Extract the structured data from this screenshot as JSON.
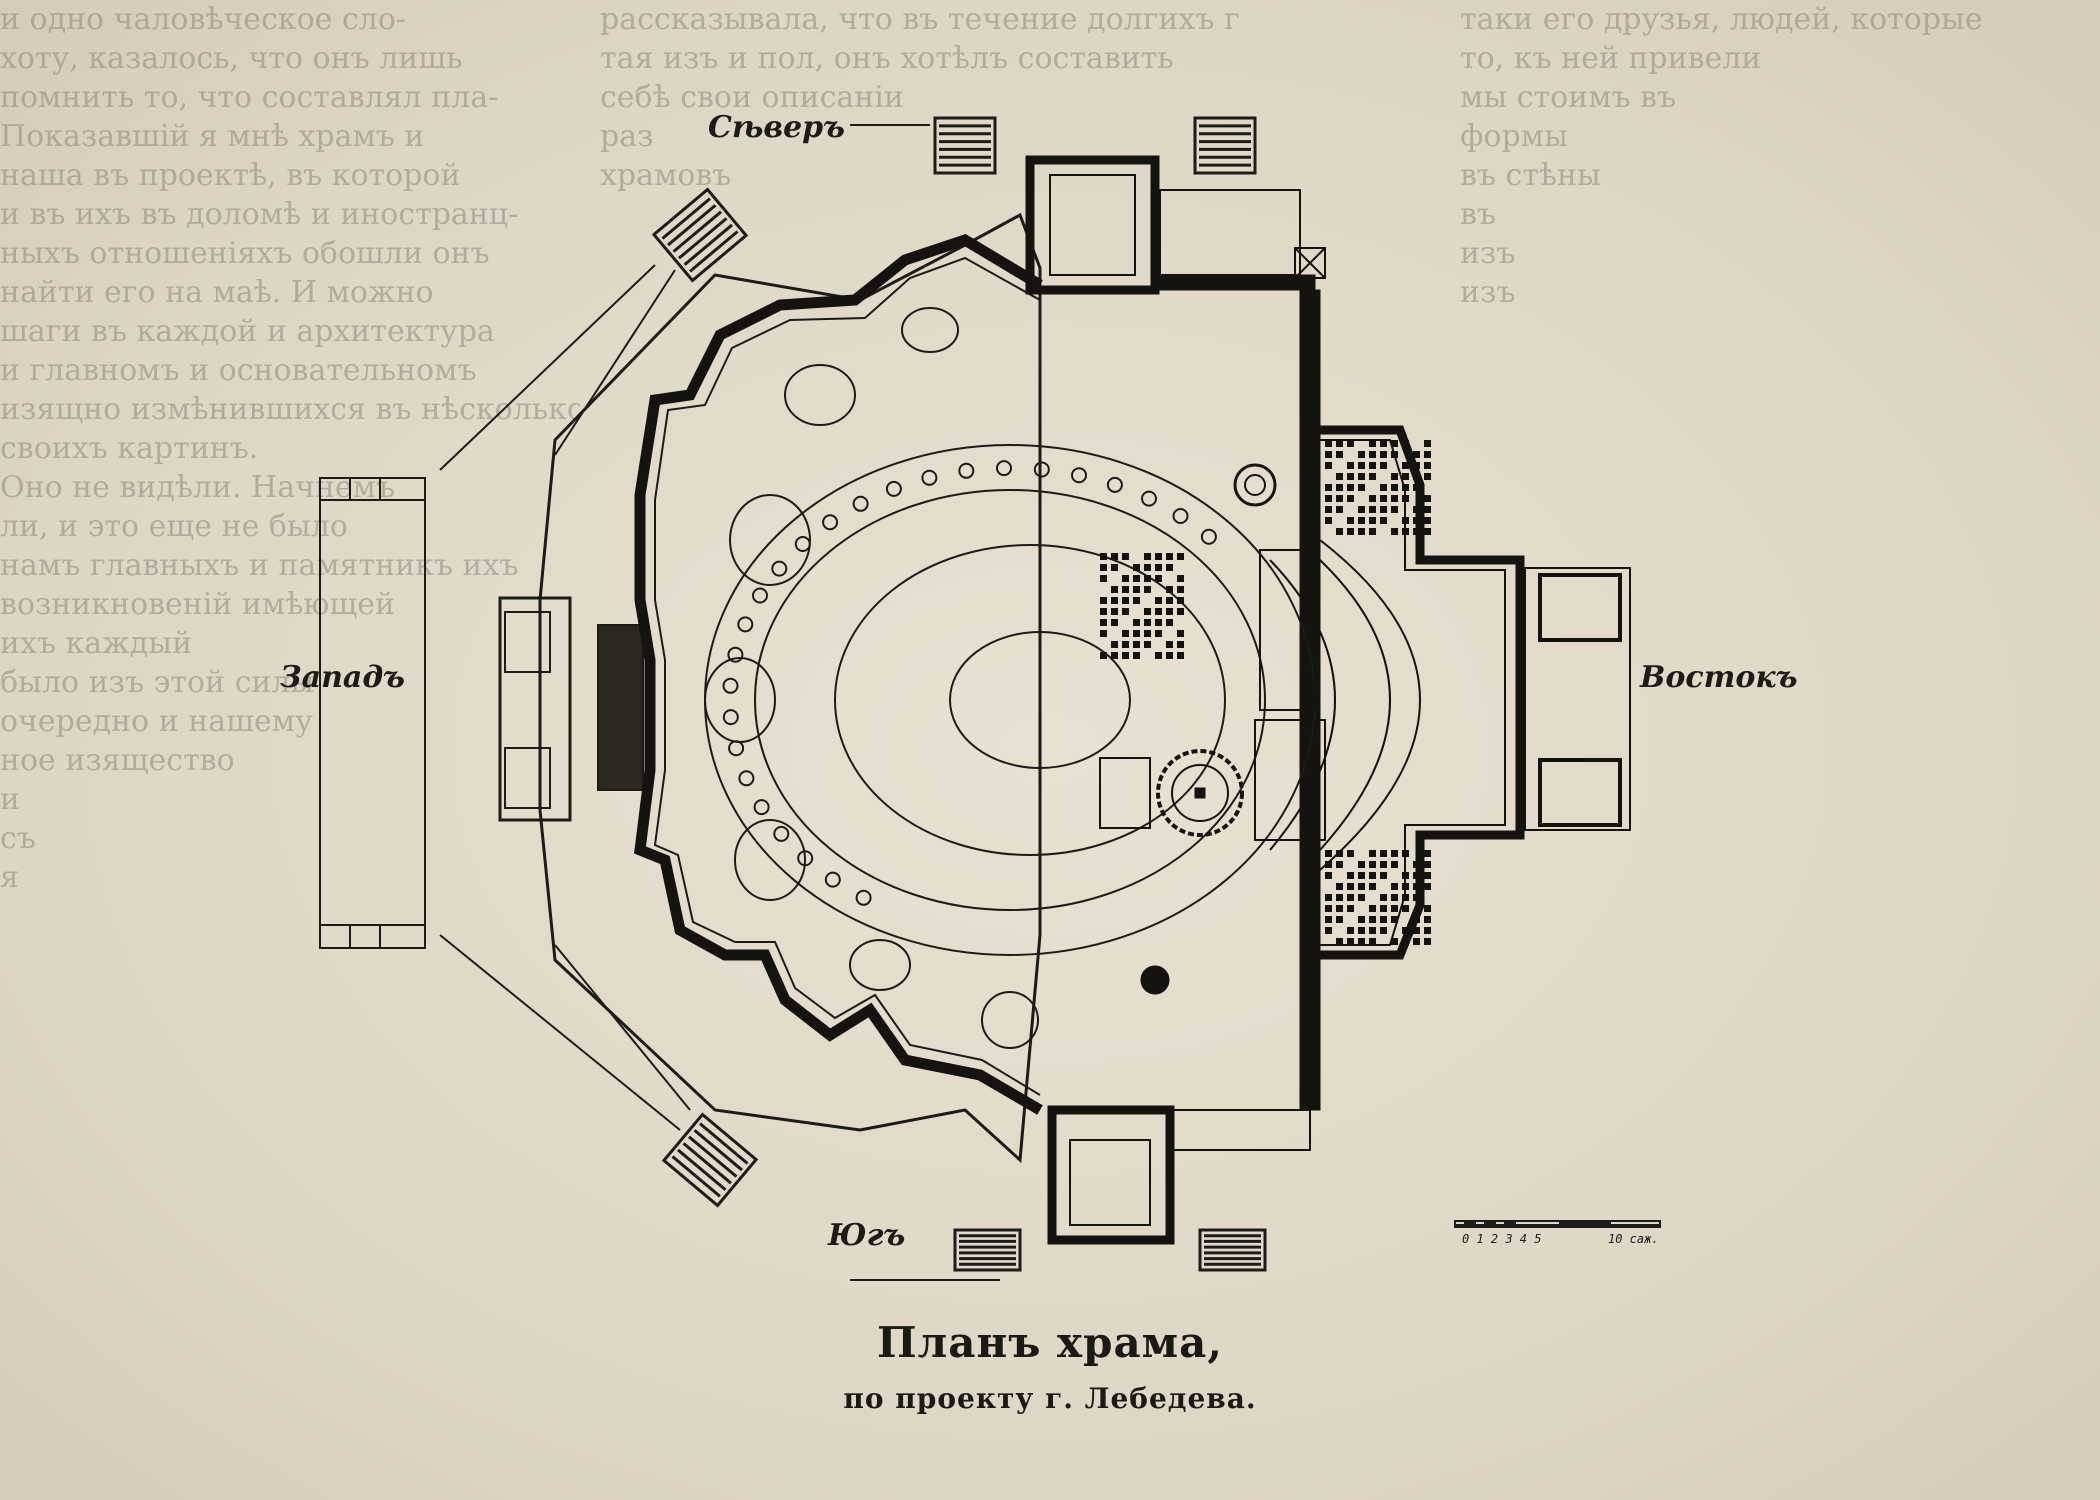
{
  "compass": {
    "north": "Сѣверъ",
    "south": "Югъ",
    "west": "Западъ",
    "east": "Востокъ"
  },
  "scale": {
    "ticks": "0 1 2 3 4 5",
    "end": "10 саж."
  },
  "caption": {
    "title": "Планъ храма,",
    "subtitle": "по проекту г. Лебедева."
  },
  "bleed_text": {
    "left": [
      "и одно чаловѣческое сло-",
      "хоту, казалось, что онъ лишь",
      "помнить то, что составлял пла-",
      "Показавшій я мнѣ храмъ и",
      "наша въ проектѣ, въ которой",
      "и въ ихъ въ доломѣ и иностранц-",
      "ныхъ отношеніяхъ обошли онъ",
      "найти его на маѣ. И можно",
      "шаги въ каждой и архитектура",
      "и главномъ и основательномъ",
      "изящно измѣнившихся въ нѣсколько",
      "своихъ картинъ.",
      "Оно не видѣли. Начнемъ",
      "ли, и это еще не было",
      "намъ главныхъ и памятникъ ихъ",
      "возникновеній имѣющей",
      "ихъ каждый",
      "было изъ этой силы",
      "очередно и нашему",
      "ное изящество",
      "и",
      "съ",
      "я"
    ],
    "center": [
      "рассказывала, что въ течение долгихъ годов",
      "тая изъ и пол, онъ хотѣлъ составить",
      "себѣ свои описаніи",
      "раз",
      "храмовъ"
    ],
    "right": [
      "таки его друзья, людей, которые",
      "то, къ ней привели",
      "мы стоимъ въ",
      "формы",
      "въ стѣны",
      "въ",
      "изъ",
      "изъ"
    ]
  }
}
